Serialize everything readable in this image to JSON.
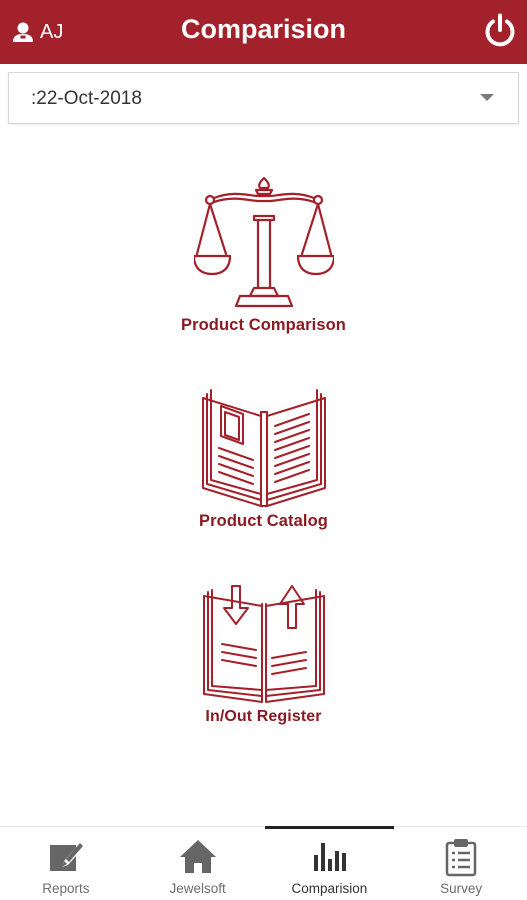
{
  "header": {
    "user_initials": "AJ",
    "title": "Comparision",
    "user_icon": "user-icon",
    "power_icon": "power-icon",
    "brand_color": "#a3212a"
  },
  "date_filter": {
    "selected": ":22-Oct-2018",
    "icon": "chevron-down-icon"
  },
  "menu": [
    {
      "label": "Product Comparison",
      "icon": "scales-icon"
    },
    {
      "label": "Product Catalog",
      "icon": "open-book-icon"
    },
    {
      "label": "In/Out Register",
      "icon": "register-book-icon"
    }
  ],
  "accent_color": "#8b1b22",
  "bottom_nav": {
    "items": [
      {
        "label": "Reports",
        "icon": "edit-icon"
      },
      {
        "label": "Jewelsoft",
        "icon": "home-icon"
      },
      {
        "label": "Comparision",
        "icon": "bar-chart-icon"
      },
      {
        "label": "Survey",
        "icon": "clipboard-icon"
      }
    ],
    "active": "Comparision"
  }
}
